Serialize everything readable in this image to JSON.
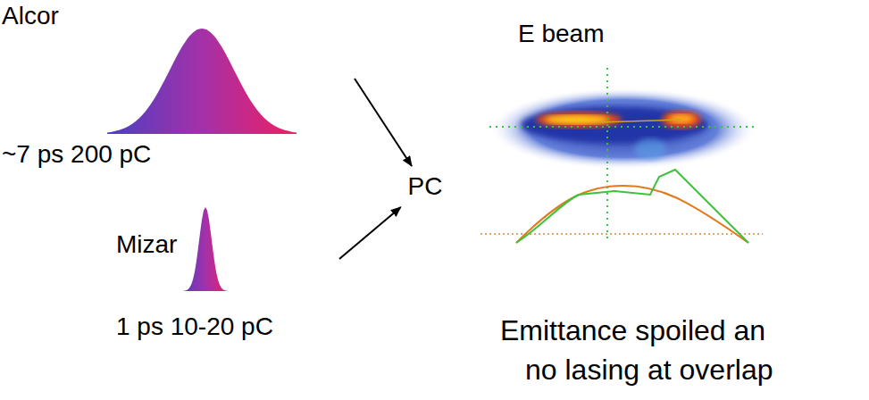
{
  "diagram": {
    "nodes": [
      {
        "text": [
          "Alcor",
          "~7 ps 200 pC"
        ]
      },
      {
        "text": [
          "Mizar",
          "1 ps 10-20 pC"
        ]
      },
      {
        "text": [
          "PC"
        ]
      },
      {
        "text": [
          "E beam"
        ]
      }
    ],
    "edges": [
      {
        "from": 0,
        "to": 2,
        "arrow": "to"
      },
      {
        "from": 1,
        "to": 2,
        "arrow": "to"
      }
    ],
    "labels": [
      "Emittance spoiled an",
      "no lasing at overlap"
    ]
  }
}
